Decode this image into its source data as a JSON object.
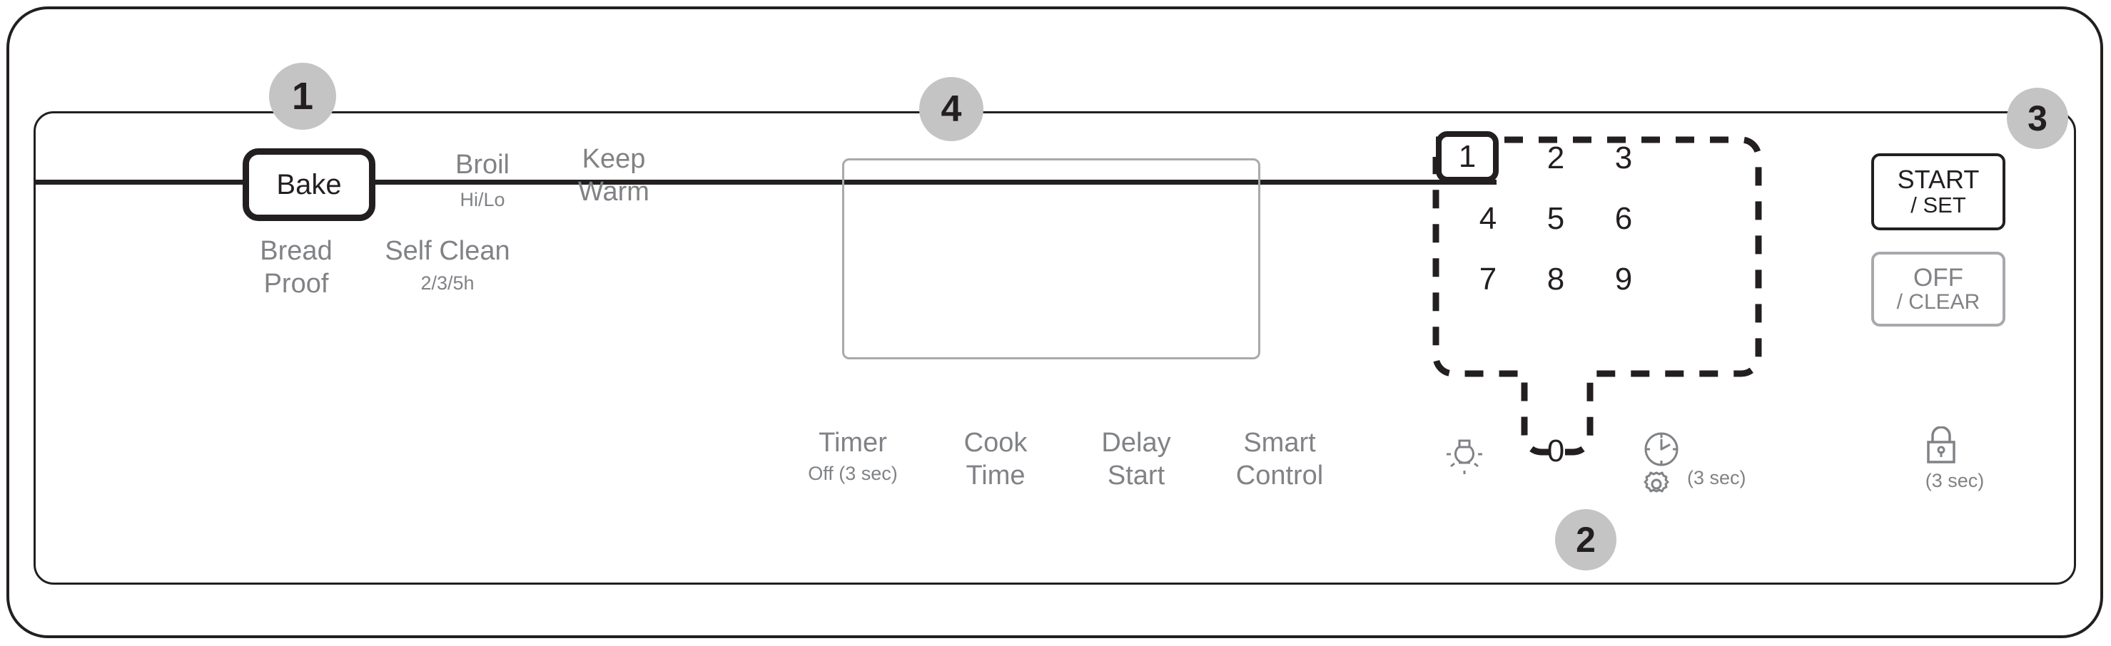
{
  "device": {
    "name": "Oven control panel diagram",
    "colors": {
      "line": "#231f20",
      "legend_text": "#808285",
      "badge_fill": "#c4c4c4",
      "display_border": "#a7a9ac",
      "background": "#ffffff"
    }
  },
  "callouts": [
    {
      "id": "1",
      "label": "1"
    },
    {
      "id": "2",
      "label": "2"
    },
    {
      "id": "3",
      "label": "3"
    },
    {
      "id": "4",
      "label": "4"
    }
  ],
  "mode_section": {
    "bake_key": {
      "label": "Bake"
    },
    "legends": {
      "broil": "Broil",
      "broil_sub": "Hi/Lo",
      "keep": "Keep",
      "warm": "Warm",
      "bread": "Bread",
      "proof": "Proof",
      "self_clean": "Self Clean",
      "self_clean_sub": "2/3/5h"
    }
  },
  "display": {
    "name": "display-window",
    "content": ""
  },
  "function_legends": {
    "timer": "Timer",
    "timer_sub": "Off (3 sec)",
    "cook": "Cook",
    "cook_2": "Time",
    "delay": "Delay",
    "delay_2": "Start",
    "smart": "Smart",
    "smart_2": "Control"
  },
  "keypad": {
    "keys": [
      "1",
      "2",
      "3",
      "4",
      "5",
      "6",
      "7",
      "8",
      "9"
    ],
    "zero": "0",
    "highlighted_key": "1"
  },
  "utility_icons": {
    "light": "light-bulb-icon",
    "clock": "clock-icon",
    "gear": "gear-icon",
    "gear_sub": "(3 sec)",
    "lock": "lock-icon",
    "lock_sub": "(3 sec)"
  },
  "action_keys": {
    "start": {
      "line1": "START",
      "line2": "/ SET"
    },
    "off": {
      "line1": "OFF",
      "line2": "/ CLEAR"
    }
  }
}
